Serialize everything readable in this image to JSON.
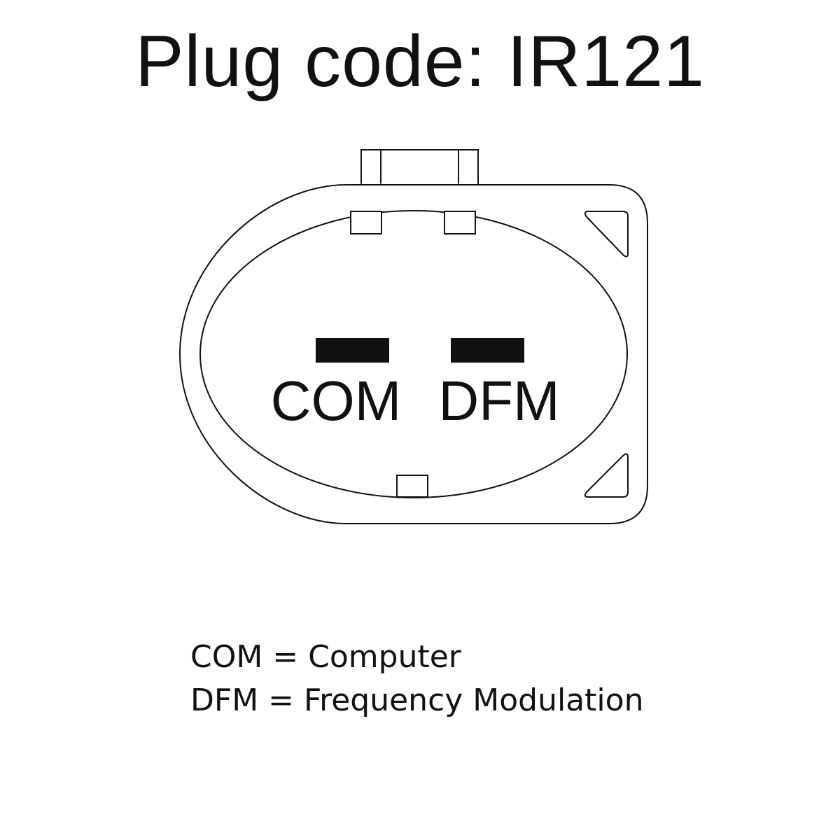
{
  "title": "Plug code: IR121",
  "pins": [
    {
      "label": "COM"
    },
    {
      "label": "DFM"
    }
  ],
  "legend": [
    {
      "text": "COM = Computer"
    },
    {
      "text": "DFM = Frequency Modulation"
    }
  ],
  "colors": {
    "stroke": "#111111",
    "pin_fill": "#111111",
    "background": "#ffffff"
  }
}
